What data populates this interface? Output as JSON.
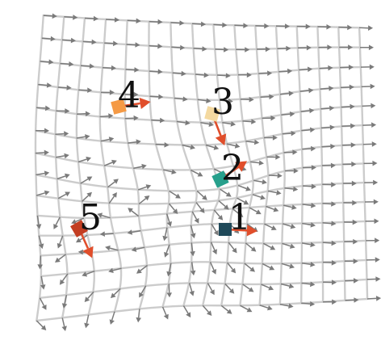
{
  "colors": {
    "grid": "#cccccc",
    "field_arrow": "#7a7a7a",
    "marker_arrow": "#e04e2b",
    "label": "#111111",
    "background": "#ffffff"
  },
  "markers": [
    {
      "label": "1",
      "color": "#1f4959",
      "shape": "square"
    },
    {
      "label": "2",
      "color": "#27a08c",
      "shape": "square"
    },
    {
      "label": "3",
      "color": "#f4d9a0",
      "shape": "square"
    },
    {
      "label": "4",
      "color": "#f59a45",
      "shape": "square"
    },
    {
      "label": "5",
      "color": "#c33e22",
      "shape": "square"
    }
  ]
}
